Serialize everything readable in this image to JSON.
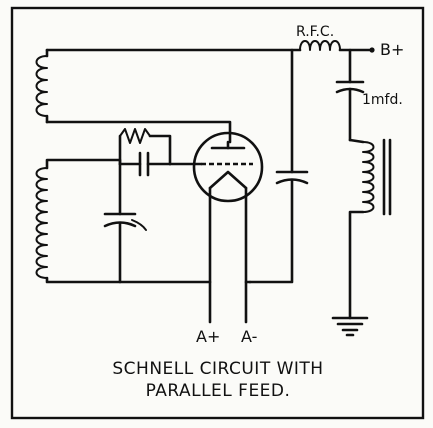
{
  "labels": {
    "rfc": "R.F.C.",
    "bplus": "B+",
    "cap_value": "1mfd.",
    "aplus": "A+",
    "aminus": "A-"
  },
  "caption": {
    "line1": "SCHNELL CIRCUIT WITH",
    "line2": "PARALLEL  FEED."
  }
}
